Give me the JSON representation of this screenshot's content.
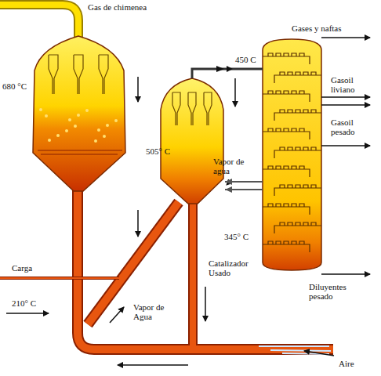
{
  "diagram": {
    "labels": [
      "Gas de chimenea",
      "680 °C",
      "505° C",
      "450 C",
      "Gases y naftas",
      "Gasoil liviano",
      "Gasoil pesado",
      "Vapor de agua",
      "345° C",
      "Catalizador Usado",
      "Carga",
      "210° C",
      "Vapor de Agua",
      "Diluyentes pesado",
      "Aire"
    ]
  }
}
